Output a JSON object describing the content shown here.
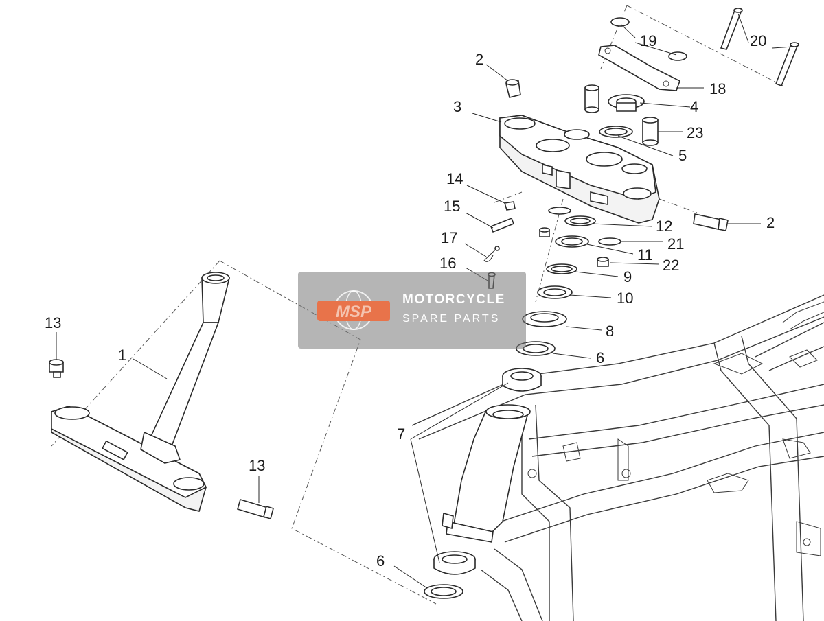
{
  "callouts": {
    "c1": "1",
    "c2a": "2",
    "c2b": "2",
    "c3": "3",
    "c4": "4",
    "c5": "5",
    "c6a": "6",
    "c6b": "6",
    "c7": "7",
    "c8": "8",
    "c9": "9",
    "c10": "10",
    "c11": "11",
    "c12": "12",
    "c13a": "13",
    "c13b": "13",
    "c14": "14",
    "c15": "15",
    "c16": "16",
    "c17": "17",
    "c18": "18",
    "c19": "19",
    "c20": "20",
    "c21": "21",
    "c22": "22",
    "c23": "23"
  },
  "watermark": {
    "logo_text": "MSP",
    "title": "MOTORCYCLE",
    "subtitle": "SPARE PARTS",
    "logo_color": "#e8734a"
  }
}
